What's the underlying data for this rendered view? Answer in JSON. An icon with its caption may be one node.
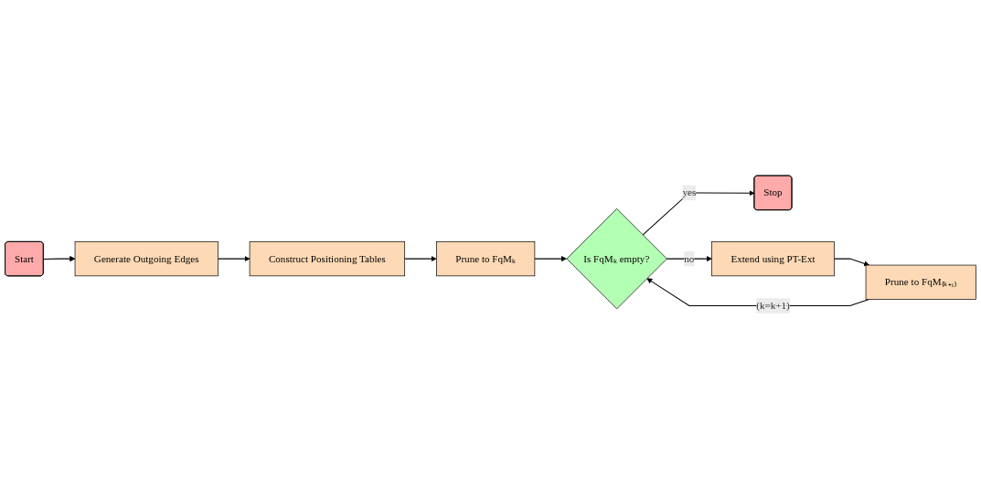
{
  "diagram": {
    "nodes": [
      {
        "text": [
          "Start"
        ]
      },
      {
        "text": [
          "Generate Outgoing Edges"
        ]
      },
      {
        "text": [
          "Construct Positioning Tables"
        ]
      },
      {
        "text": [
          "Prune to FqMₖ"
        ]
      },
      {
        "text": [
          "Is FqMₖ empty?"
        ]
      },
      {
        "text": [
          "Stop"
        ]
      },
      {
        "text": [
          "Prune to FqM₍ₖ₊₁₎"
        ]
      },
      {
        "text": [
          "Extend using PT-Ext"
        ]
      }
    ],
    "edges": [
      {
        "from": 0,
        "to": 1,
        "arrow": "to"
      },
      {
        "from": 1,
        "to": 2,
        "arrow": "to"
      },
      {
        "from": 2,
        "to": 3,
        "arrow": "to"
      },
      {
        "from": 3,
        "to": 4,
        "arrow": "to"
      },
      {
        "from": 4,
        "to": 5,
        "arrow": "to",
        "label": "yes"
      },
      {
        "from": 4,
        "to": 7,
        "arrow": "to",
        "label": "no"
      },
      {
        "from": 7,
        "to": 6,
        "arrow": "to"
      },
      {
        "from": 6,
        "to": 4,
        "arrow": "to",
        "label": "(k=k+1)"
      }
    ]
  }
}
